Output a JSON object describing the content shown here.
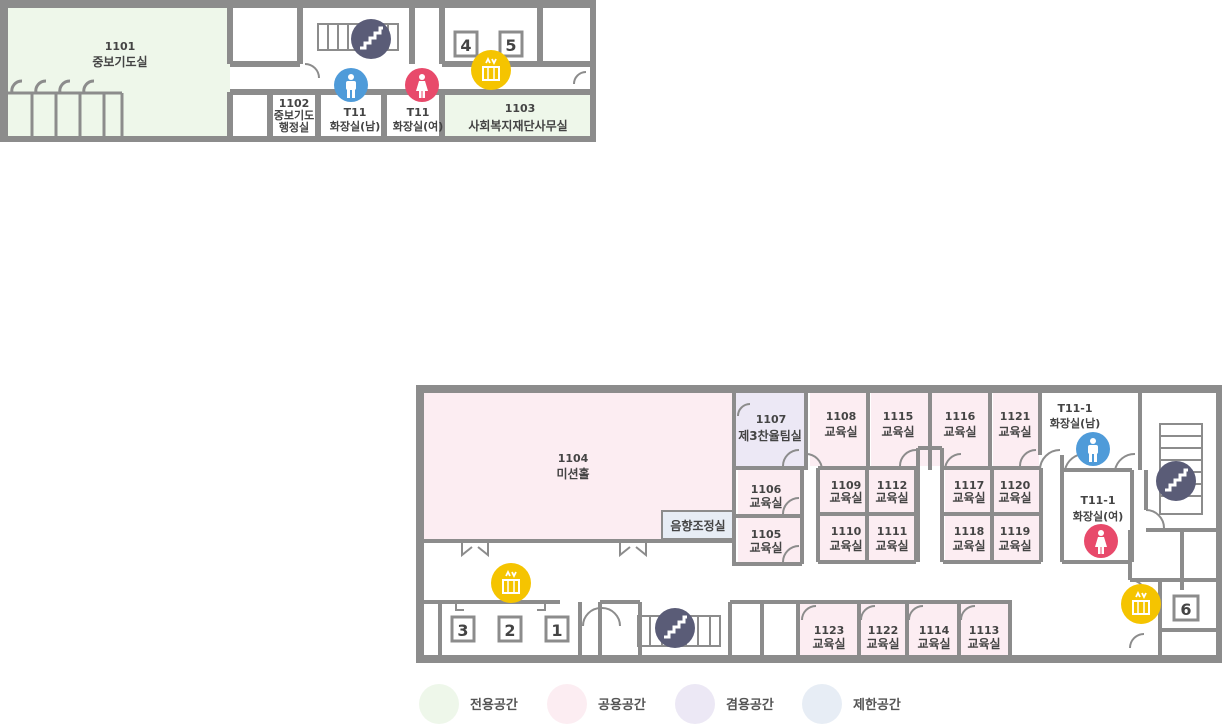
{
  "colors": {
    "wall": "#8c8c8c",
    "exclusive": "#eef7ea",
    "common": "#fcedf2",
    "shared": "#ece8f5",
    "restricted": "#e7edf5",
    "men": "#4f9bd9",
    "women": "#e84a6b",
    "elevator": "#f5c400",
    "stairs": "#5a5c77"
  },
  "top_floor": {
    "r1101": {
      "num": "1101",
      "name": "중보기도실"
    },
    "r1102": {
      "num": "1102",
      "name1": "중보기도",
      "name2": "행정실"
    },
    "t11m": {
      "num": "T11",
      "name": "화장실(남)"
    },
    "t11w": {
      "num": "T11",
      "name": "화장실(여)"
    },
    "r1103": {
      "num": "1103",
      "name": "사회복지재단사무실"
    },
    "elev": [
      "4",
      "5"
    ]
  },
  "bottom_floor": {
    "r1104": {
      "num": "1104",
      "name": "미션홀"
    },
    "r1107": {
      "num": "1107",
      "name": "제3찬율팀실"
    },
    "sound": "음향조정실",
    "classroom": "교육실",
    "rooms": [
      "1105",
      "1106",
      "1108",
      "1109",
      "1110",
      "1111",
      "1112",
      "1113",
      "1114",
      "1115",
      "1116",
      "1117",
      "1118",
      "1119",
      "1120",
      "1121",
      "1122",
      "1123"
    ],
    "t11_1m": {
      "num": "T11-1",
      "name": "화장실(남)"
    },
    "t11_1w": {
      "num": "T11-1",
      "name": "화장실(여)"
    },
    "elev": [
      "3",
      "2",
      "1",
      "6"
    ]
  },
  "legend": {
    "exclusive": "전용공간",
    "common": "공용공간",
    "shared": "겸용공간",
    "restricted": "제한공간"
  }
}
